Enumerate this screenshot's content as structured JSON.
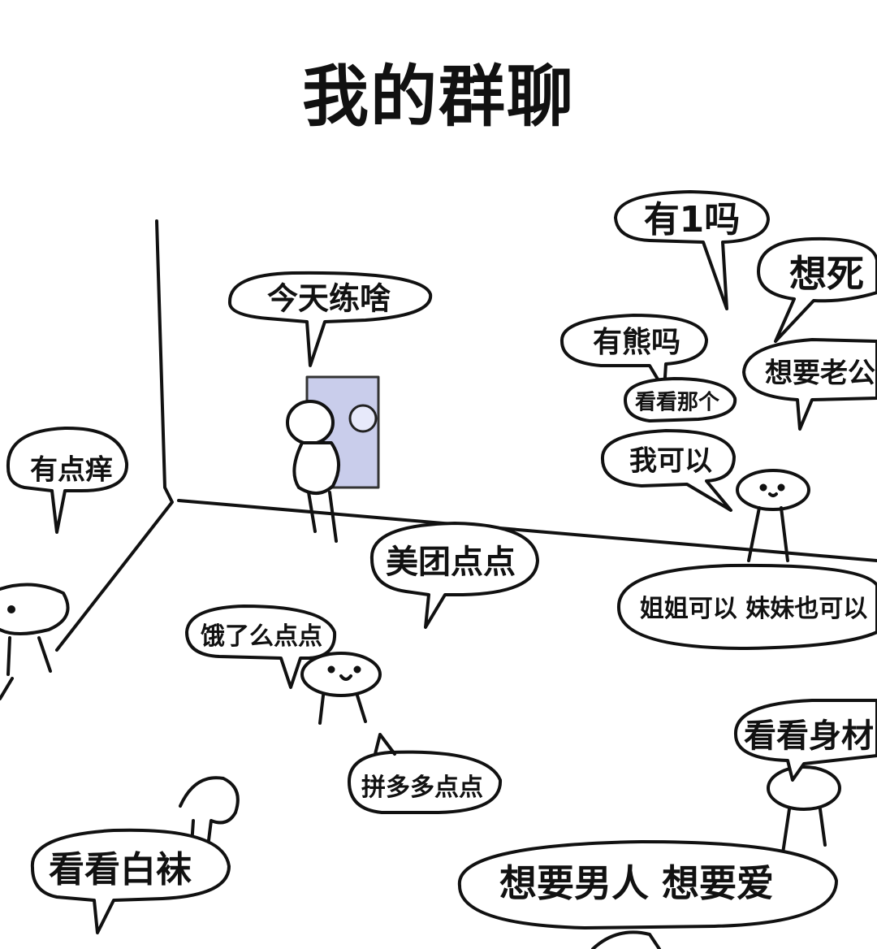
{
  "title": "我的群聊",
  "bubbles": [
    {
      "text": "今天练啥"
    },
    {
      "text": "有点痒"
    },
    {
      "text": "美团点点"
    },
    {
      "text": "饿了么点点"
    },
    {
      "text": "拼多多点点"
    },
    {
      "text": "看看白袜"
    },
    {
      "text": "有1吗"
    },
    {
      "text": "想死"
    },
    {
      "text": "有熊吗"
    },
    {
      "text": "想要老公"
    },
    {
      "text": "看看那个"
    },
    {
      "text": "我可以"
    },
    {
      "text": "姐姐可以 妹妹也可以"
    },
    {
      "text": "看看身材"
    },
    {
      "text": "想要男人 想要爱"
    }
  ],
  "colors": {
    "ink": "#111111",
    "door": "#c9cdeb",
    "paper": "#ffffff"
  }
}
